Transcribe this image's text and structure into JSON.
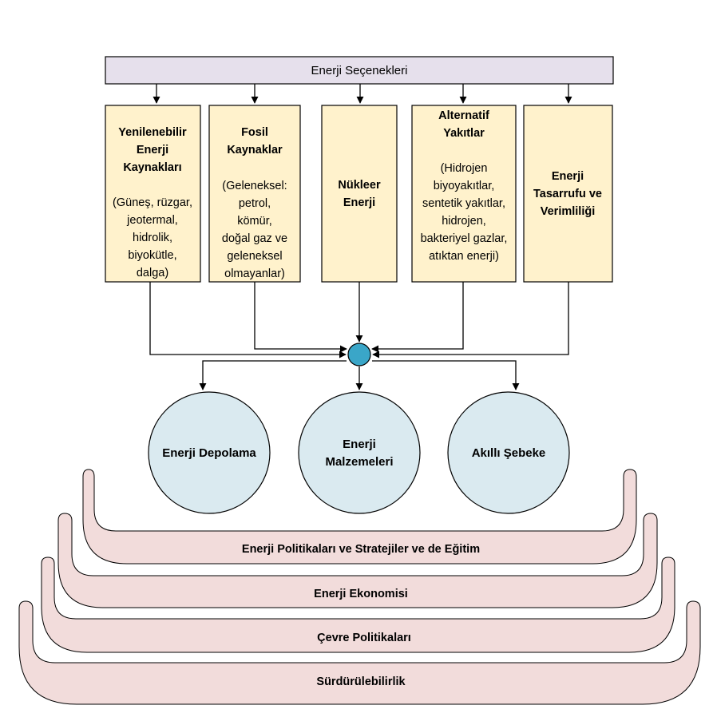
{
  "header": {
    "label": "Enerji Seçenekleri",
    "fill": "#e6e0ec"
  },
  "colors": {
    "box_fill": "#fff2cc",
    "circle_fill": "#daeaf0",
    "hub_fill": "#3aa6c8",
    "band_fill": "#f2dcdb",
    "stroke": "#000000"
  },
  "boxes": [
    {
      "title": [
        "Yenilenebilir",
        "Enerji",
        "Kaynakları"
      ],
      "detail": [
        "(Güneş, rüzgar,",
        "jeotermal,",
        "hidrolik,",
        "biyokütle,",
        "dalga)"
      ]
    },
    {
      "title": [
        "Fosil",
        "Kaynaklar"
      ],
      "detail": [
        "(Geleneksel:",
        "petrol,",
        "kömür,",
        "doğal gaz ve",
        "geleneksel",
        "olmayanlar)"
      ]
    },
    {
      "title": [
        "Nükleer",
        "Enerji"
      ],
      "detail": []
    },
    {
      "title": [
        "Alternatif",
        "Yakıtlar"
      ],
      "detail": [
        "(Hidrojen",
        "biyoyakıtlar,",
        "sentetik yakıtlar,",
        "hidrojen,",
        "bakteriyel gazlar,",
        "atıktan enerji)"
      ]
    },
    {
      "title": [
        "Enerji",
        "Tasarrufu ve",
        "Verimliliği"
      ],
      "detail": []
    }
  ],
  "circles": [
    {
      "lines": [
        "Enerji Depolama"
      ]
    },
    {
      "lines": [
        "Enerji",
        "Malzemeleri"
      ]
    },
    {
      "lines": [
        "Akıllı Şebeke"
      ]
    }
  ],
  "bands": [
    {
      "label": "Enerji Politikaları ve Stratejiler ve de Eğitim"
    },
    {
      "label": "Enerji Ekonomisi"
    },
    {
      "label": "Çevre Politikaları"
    },
    {
      "label": "Sürdürülebilirlik"
    }
  ]
}
